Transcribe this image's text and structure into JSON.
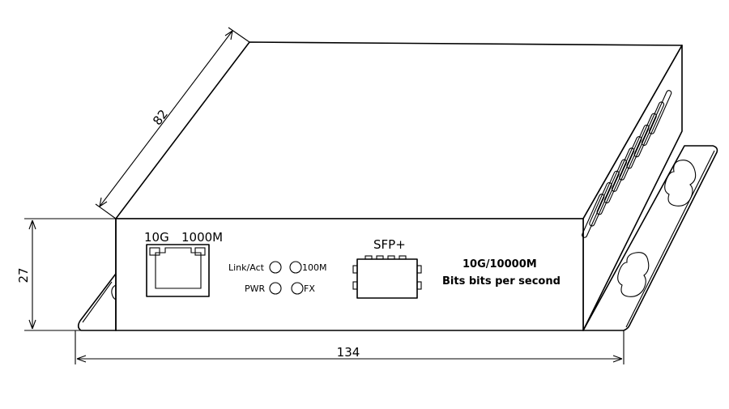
{
  "dimensions": {
    "depth": "82",
    "height": "27",
    "width": "134"
  },
  "ports": {
    "rj45_label_speed_a": "10G",
    "rj45_label_speed_b": "1000M",
    "sfp_label": "SFP+"
  },
  "leds": {
    "link_act": "Link/Act",
    "speed_100m": "100M",
    "power": "PWR",
    "fiber": "FX"
  },
  "spec": {
    "line1": "10G/10000M",
    "line2": "Bits bits per second"
  }
}
